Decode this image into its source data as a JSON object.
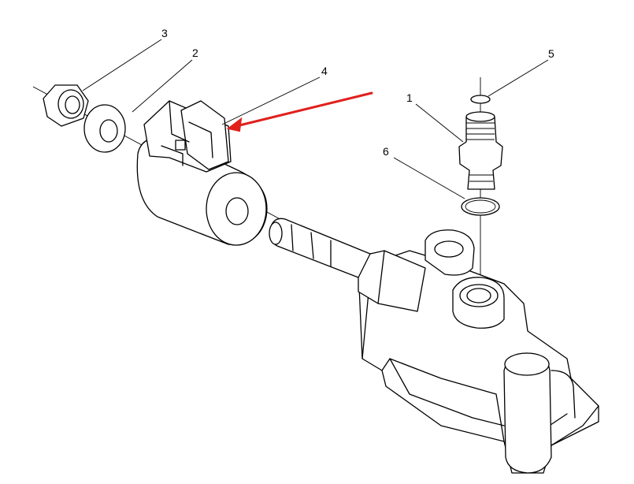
{
  "diagram": {
    "callouts": [
      {
        "id": "callout-1",
        "text": "1"
      },
      {
        "id": "callout-2",
        "text": "2"
      },
      {
        "id": "callout-3",
        "text": "3"
      },
      {
        "id": "callout-4",
        "text": "4"
      },
      {
        "id": "callout-5",
        "text": "5"
      },
      {
        "id": "callout-6",
        "text": "6"
      }
    ],
    "highlight_color": "#e0201c",
    "line_color": "#000000"
  }
}
